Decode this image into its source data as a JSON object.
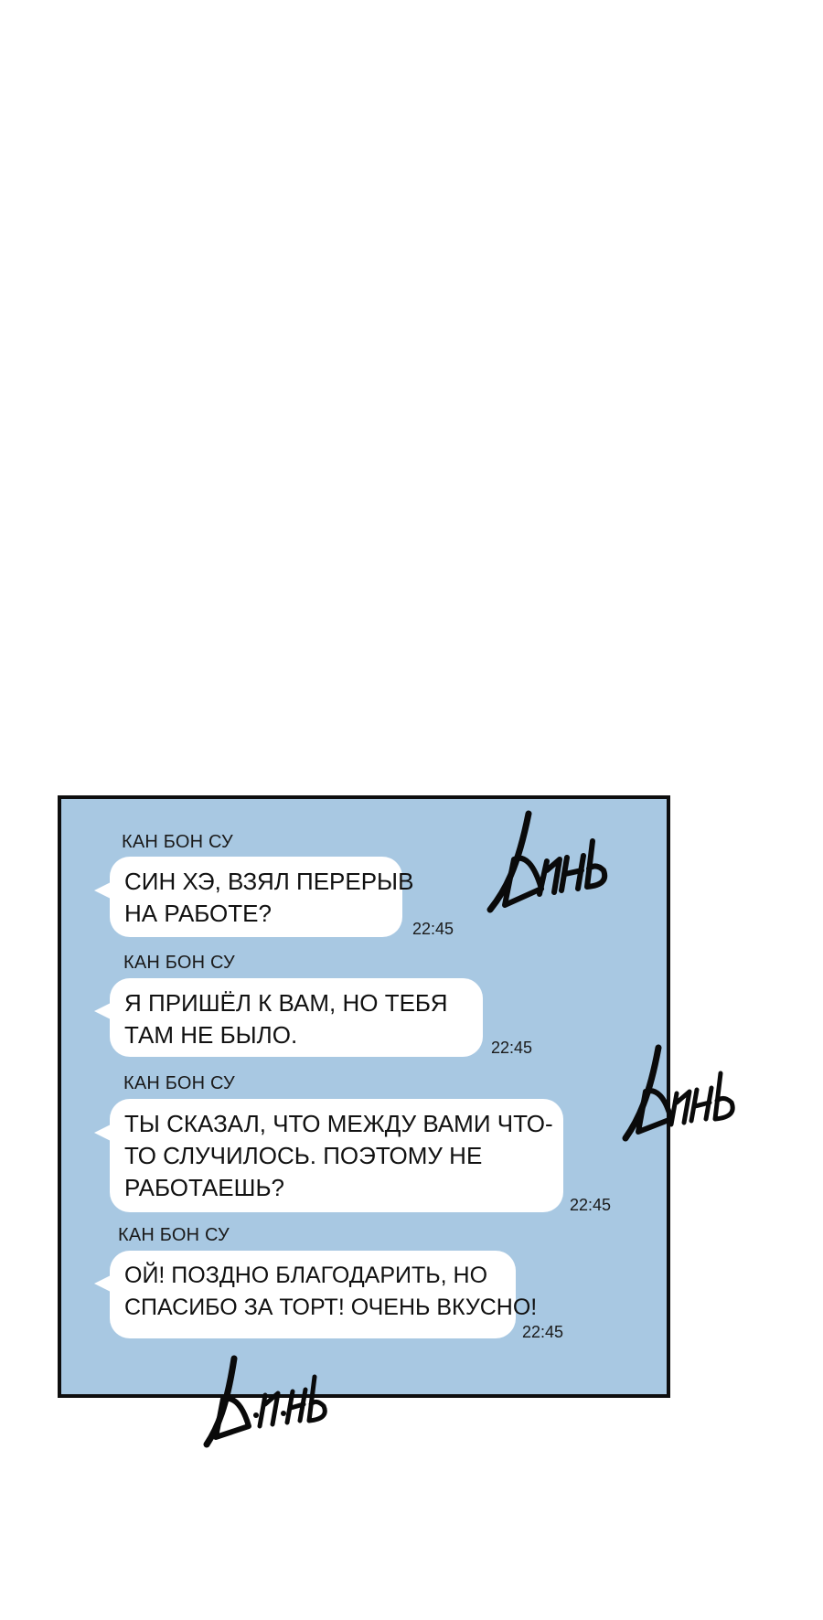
{
  "colors": {
    "panel_background": "#a8c8e2",
    "bubble": "#ffffff",
    "ink": "#111111"
  },
  "messages": [
    {
      "sender": "КАН БОН СУ",
      "lines": [
        "СИН ХЭ, ВЗЯЛ ПЕРЕРЫВ",
        "НА РАБОТЕ?"
      ],
      "time": "22:45"
    },
    {
      "sender": "КАН БОН СУ",
      "lines": [
        "Я ПРИШЁЛ К ВАМ, НО ТЕБЯ",
        "ТАМ НЕ БЫЛО."
      ],
      "time": "22:45"
    },
    {
      "sender": "КАН БОН СУ",
      "lines": [
        "ТЫ СКАЗАЛ, ЧТО МЕЖДУ ВАМИ ЧТО-",
        "ТО СЛУЧИЛОСЬ. ПОЭТОМУ НЕ",
        "РАБОТАЕШЬ?"
      ],
      "time": "22:45"
    },
    {
      "sender": "КАН БОН СУ",
      "lines": [
        "ОЙ! ПОЗДНО БЛАГОДАРИТЬ, НО",
        "СПАСИБО ЗА ТОРТ! ОЧЕНЬ ВКУСНО!"
      ],
      "time": "22:45"
    }
  ],
  "sound_effects": [
    "Динь",
    "Динь",
    "Ди·нь"
  ]
}
